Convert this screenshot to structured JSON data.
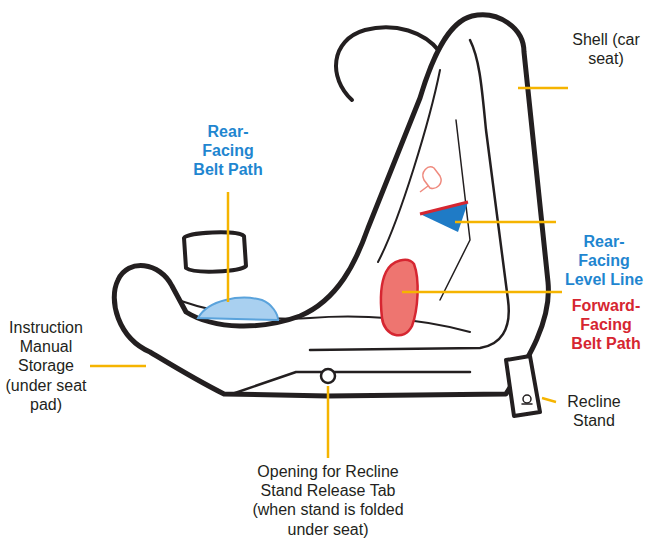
{
  "diagram": {
    "labels": [
      "Shell (car seat)",
      "Rear- Facing Belt Path",
      "Rear- Facing Level Line",
      "Forward- Facing Belt Path",
      "Instruction Manual Storage (under seat pad)",
      "Recline Stand",
      "Opening for Recline Stand Release Tab (when stand is folded under seat)"
    ]
  }
}
